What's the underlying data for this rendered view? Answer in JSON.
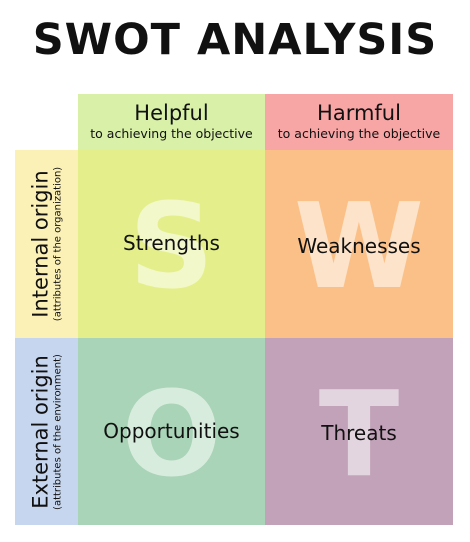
{
  "title": "SWOT ANALYSIS",
  "columns": [
    {
      "label": "Helpful",
      "sublabel": "to achieving the objective",
      "color": "#d8f0a8"
    },
    {
      "label": "Harmful",
      "sublabel": "to achieving the objective",
      "color": "#f7a5a5"
    }
  ],
  "rows": [
    {
      "label": "Internal origin",
      "sublabel": "(attributes of the organization)",
      "color": "#fbf1b6"
    },
    {
      "label": "External origin",
      "sublabel": "(attributes of the environment)",
      "color": "#c6d6ee"
    }
  ],
  "quadrants": [
    {
      "letter": "S",
      "label": "Strengths",
      "color": "#e4ef8b"
    },
    {
      "letter": "W",
      "label": "Weaknesses",
      "color": "#fbc088"
    },
    {
      "letter": "O",
      "label": "Opportunities",
      "color": "#a9d4b7"
    },
    {
      "letter": "T",
      "label": "Threats",
      "color": "#c2a2b9"
    }
  ]
}
